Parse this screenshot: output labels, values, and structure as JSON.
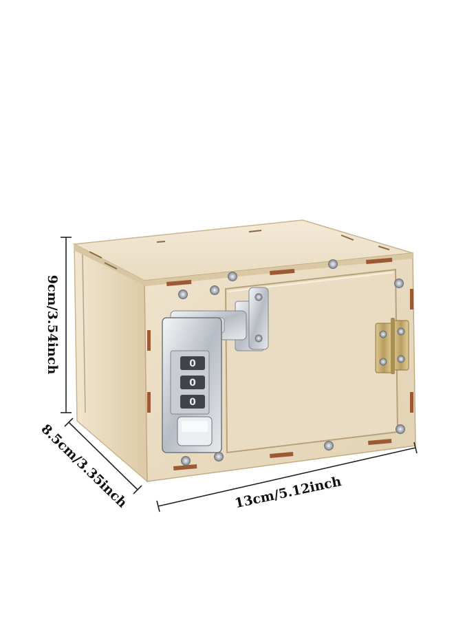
{
  "colors": {
    "background": "#ffffff",
    "wood_light": "#efe3cc",
    "wood_mid": "#e4d4b6",
    "wood_dark": "#d3bf9b",
    "edge_brown": "#a0522d",
    "metal_light": "#eef0f3",
    "metal_dark": "#8a9099",
    "brass": "#c9b27a",
    "dimension_line": "#222222",
    "text": "#111111"
  },
  "dimensions": {
    "height_label": "9cm/3.54inch",
    "depth_label": "8.5cm/3.35inch",
    "width_label": "13cm/5.12inch"
  },
  "lock": {
    "dials": [
      "0",
      "0",
      "0"
    ]
  },
  "icons": {
    "padlock": "combination-padlock-icon",
    "hinge": "brass-hinge-icon",
    "screw": "screw-icon"
  }
}
